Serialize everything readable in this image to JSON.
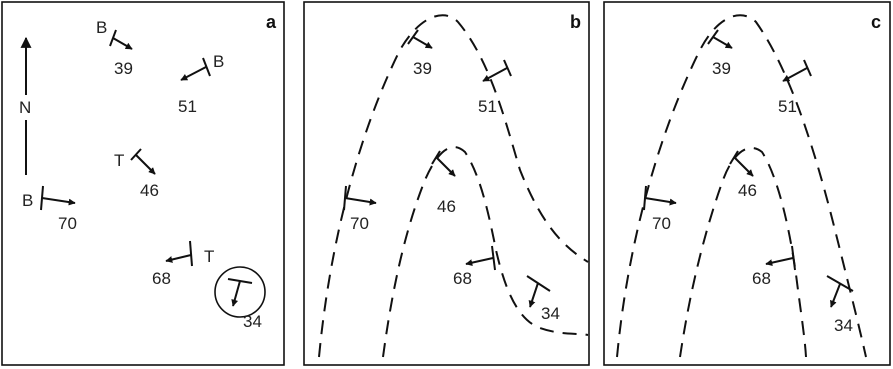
{
  "panels": [
    {
      "label": "a",
      "north": "N",
      "measurements": [
        {
          "dip": "39",
          "marker": "B"
        },
        {
          "dip": "51",
          "marker": "B"
        },
        {
          "dip": "46",
          "marker": "T"
        },
        {
          "dip": "70",
          "marker": "B"
        },
        {
          "dip": "68",
          "marker": "T"
        },
        {
          "dip": "34",
          "marker": ""
        }
      ]
    },
    {
      "label": "b",
      "measurements": [
        {
          "dip": "39"
        },
        {
          "dip": "51"
        },
        {
          "dip": "46"
        },
        {
          "dip": "70"
        },
        {
          "dip": "68"
        },
        {
          "dip": "34"
        }
      ]
    },
    {
      "label": "c",
      "measurements": [
        {
          "dip": "39"
        },
        {
          "dip": "51"
        },
        {
          "dip": "46"
        },
        {
          "dip": "70"
        },
        {
          "dip": "68"
        },
        {
          "dip": "34"
        }
      ]
    }
  ]
}
